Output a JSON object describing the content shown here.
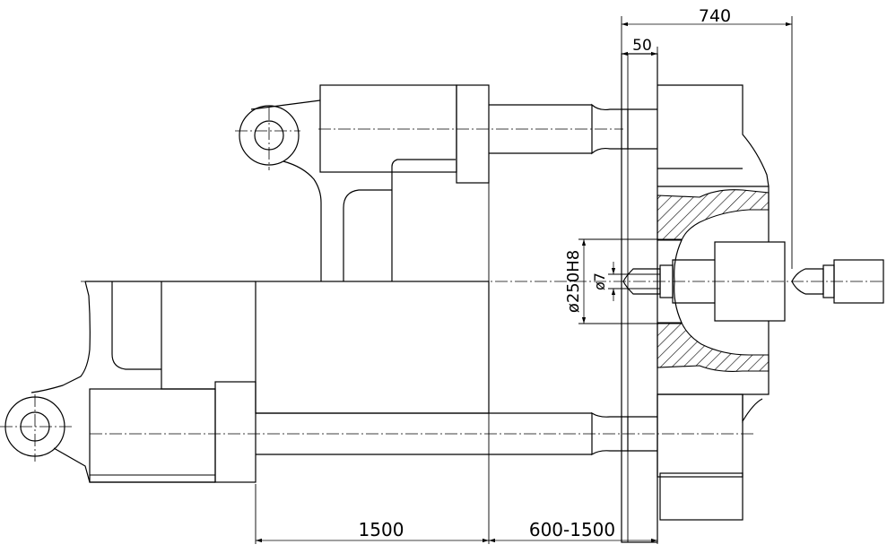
{
  "dimensions": {
    "top_overall": "740",
    "top_plate": "50",
    "bore_diameter": "ø250H8",
    "nozzle_diameter": "ø7",
    "stroke_fixed": "1500",
    "stroke_range": "600-1500"
  },
  "colors": {
    "line": "#000000",
    "background": "#ffffff"
  }
}
